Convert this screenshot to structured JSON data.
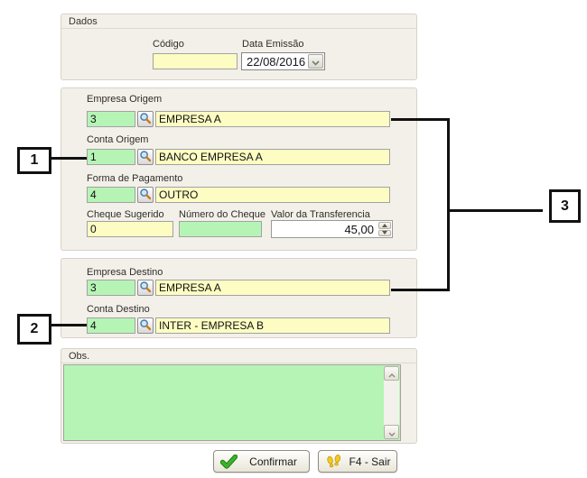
{
  "colors": {
    "yellow_field": "#fdfdc3",
    "green_field": "#b6f4b6",
    "group_bg": "#f3f0e9",
    "annotation": "#111111"
  },
  "dados": {
    "title": "Dados",
    "codigo": {
      "label": "Código",
      "value": ""
    },
    "data_emissao": {
      "label": "Data Emissão",
      "value": "22/08/2016"
    }
  },
  "origem": {
    "empresa": {
      "label": "Empresa Origem",
      "code": "3",
      "name": "EMPRESA A"
    },
    "conta": {
      "label": "Conta Origem",
      "code": "1",
      "name": "BANCO EMPRESA A"
    },
    "forma": {
      "label": "Forma de Pagamento",
      "code": "4",
      "name": "OUTRO"
    },
    "cheque_sugerido": {
      "label": "Cheque Sugerido",
      "value": "0"
    },
    "numero_cheque": {
      "label": "Número do Cheque",
      "value": ""
    },
    "valor": {
      "label": "Valor da Transferencia",
      "value": "45,00"
    }
  },
  "destino": {
    "empresa": {
      "label": "Empresa Destino",
      "code": "3",
      "name": "EMPRESA A"
    },
    "conta": {
      "label": "Conta Destino",
      "code": "4",
      "name": "INTER - EMPRESA B"
    }
  },
  "obs": {
    "title": "Obs.",
    "value": ""
  },
  "buttons": {
    "confirmar": "Confirmar",
    "sair": "F4 - Sair"
  },
  "callouts": {
    "one": "1",
    "two": "2",
    "three": "3"
  },
  "icons": {
    "lookup": "magnifier-icon",
    "confirm": "check-icon",
    "exit": "footprints-icon",
    "date_open": "chevron-down-icon",
    "scroll_up": "chevron-up-icon",
    "scroll_down": "chevron-down-icon"
  }
}
